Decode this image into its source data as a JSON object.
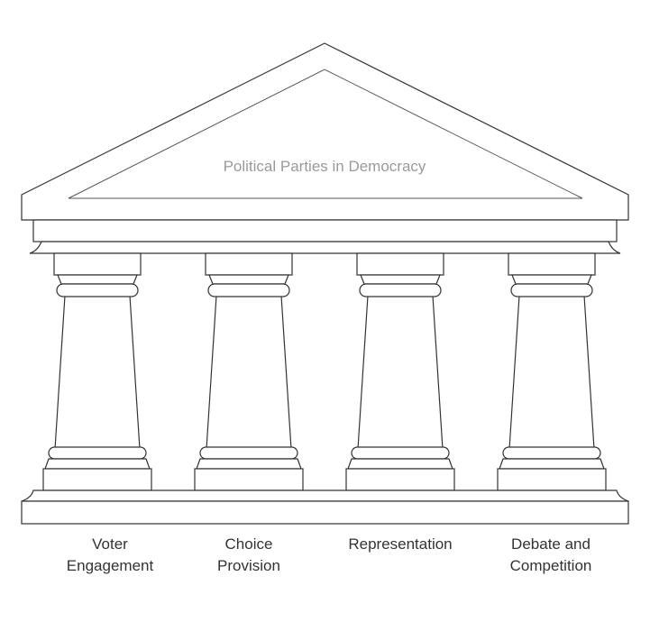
{
  "diagram": {
    "title": "Political Parties in Democracy",
    "pillars": [
      {
        "line1": "Voter",
        "line2": "Engagement"
      },
      {
        "line1": "Choice",
        "line2": "Provision"
      },
      {
        "line1": "Representation",
        "line2": ""
      },
      {
        "line1": "Debate and",
        "line2": "Competition"
      }
    ],
    "colors": {
      "stroke": "#333333",
      "title": "#9a9a9a",
      "label": "#333333"
    }
  }
}
